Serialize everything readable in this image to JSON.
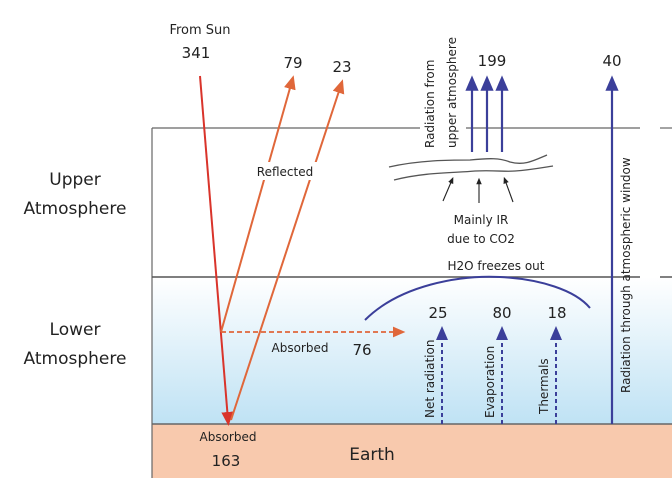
{
  "labels": {
    "from_sun": "From Sun",
    "sun_value": "341",
    "reflected_1": "79",
    "reflected_2": "23",
    "reflected": "Reflected",
    "radiation_upper_line1": "Radiation from",
    "radiation_upper_line2": "upper atmosphere",
    "radiation_upper_value": "199",
    "window_value": "40",
    "window_label": "Radiation through atmospheric window",
    "mainly_ir_line1": "Mainly IR",
    "mainly_ir_line2": "due to CO2",
    "h2o": "H2O freezes out",
    "upper_line1": "Upper",
    "upper_line2": "Atmosphere",
    "lower_line1": "Lower",
    "lower_line2": "Atmosphere",
    "absorbed_atm": "Absorbed",
    "absorbed_atm_value": "76",
    "net_radiation": "Net radiation",
    "net_radiation_value": "25",
    "evaporation": "Evaporation",
    "evaporation_value": "80",
    "thermals": "Thermals",
    "thermals_value": "18",
    "absorbed_earth": "Absorbed",
    "absorbed_earth_value": "163",
    "earth": "Earth"
  },
  "colors": {
    "solar": "#d9342b",
    "reflected": "#e0673a",
    "ir": "#3b3f9a",
    "earth": "#f8c9ad",
    "lower_atm_bottom": "#bfe2f4"
  }
}
